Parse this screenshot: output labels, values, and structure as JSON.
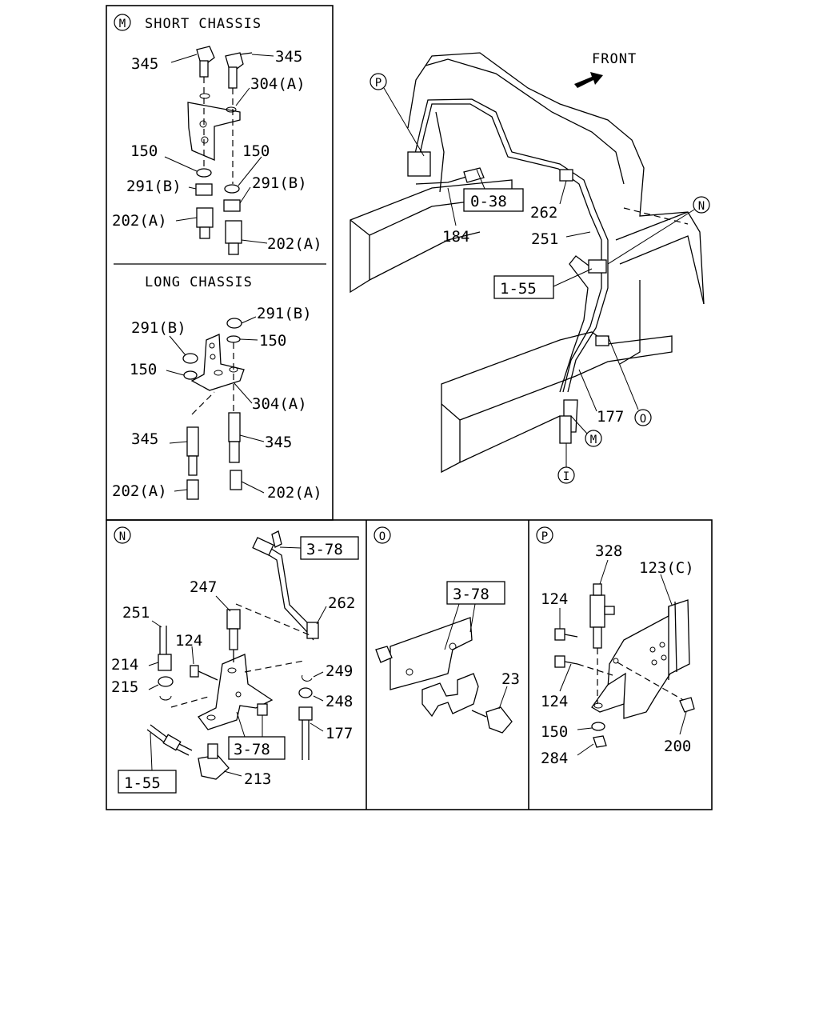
{
  "panels": {
    "m": {
      "marker": "M",
      "short_title": "SHORT CHASSIS",
      "long_title": "LONG CHASSIS"
    },
    "main": {
      "front": "FRONT"
    },
    "n": {
      "marker": "N"
    },
    "o": {
      "marker": "O"
    },
    "p": {
      "marker": "P"
    }
  },
  "callouts": {
    "main_p": "P",
    "main_n": "N",
    "main_o": "O",
    "main_m": "M",
    "main_i": "I",
    "l184": "184",
    "b038": "0-38",
    "l262": "262",
    "l251": "251",
    "b155": "1-55",
    "l177": "177",
    "s345a": "345",
    "s345b": "345",
    "s304": "304(A)",
    "s150a": "150",
    "s150b": "150",
    "s291a": "291(B)",
    "s291b": "291(B)",
    "s202a": "202(A)",
    "s202b": "202(A)",
    "g291b": "291(B)",
    "g291a": "291(B)",
    "g150b": "150",
    "g150a": "150",
    "g304": "304(A)",
    "g345a": "345",
    "g345b": "345",
    "g202a": "202(A)",
    "g202b": "202(A)",
    "n378a": "3-78",
    "n247": "247",
    "n262": "262",
    "n251": "251",
    "n124": "124",
    "n214": "214",
    "n215": "215",
    "n249": "249",
    "n248": "248",
    "n177": "177",
    "n378b": "3-78",
    "n155": "1-55",
    "n213": "213",
    "o378": "3-78",
    "o23": "23",
    "p328": "328",
    "p123c": "123(C)",
    "p124a": "124",
    "p124b": "124",
    "p150": "150",
    "p284": "284",
    "p200": "200"
  }
}
